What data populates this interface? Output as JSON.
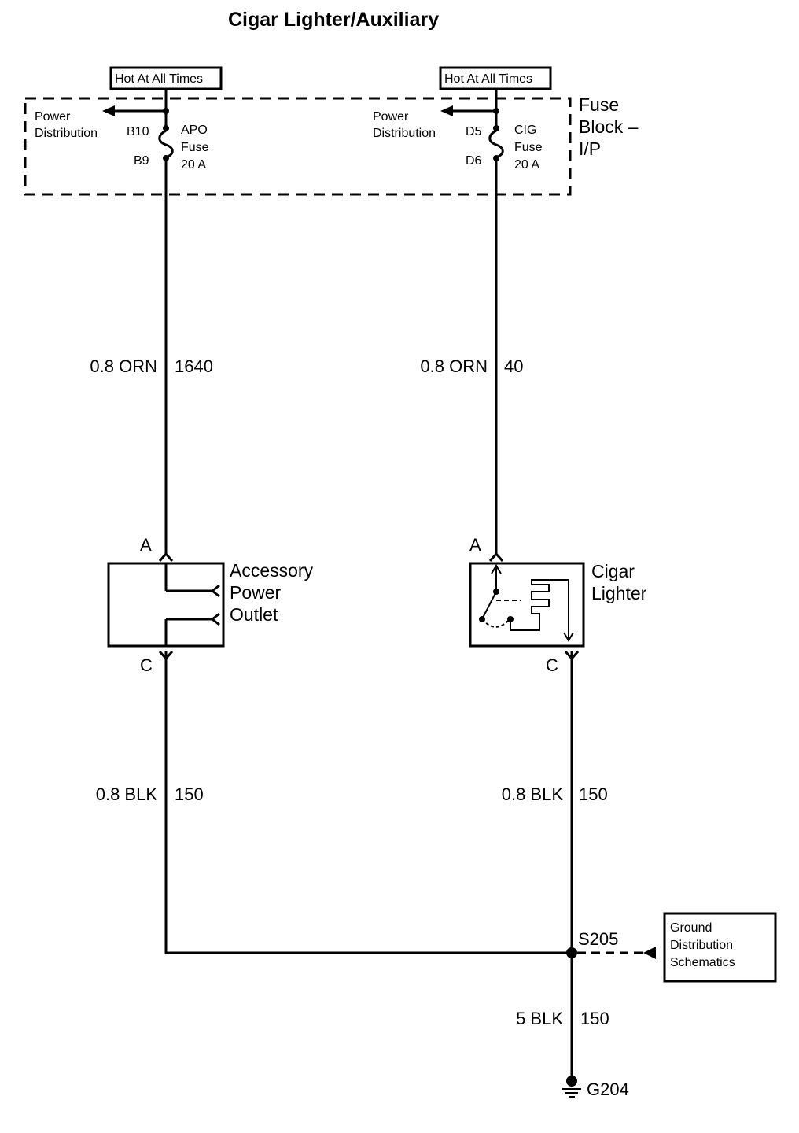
{
  "title": "Cigar Lighter/Auxiliary",
  "hot_label_left": "Hot At All Times",
  "hot_label_right": "Hot At All Times",
  "fuse_block": {
    "name_line1": "Fuse",
    "name_line2": "Block –",
    "name_line3": "I/P"
  },
  "left_fuse": {
    "power_dist_line1": "Power",
    "power_dist_line2": "Distribution",
    "terminal_top": "B10",
    "terminal_bottom": "B9",
    "name_line1": "APO",
    "name_line2": "Fuse",
    "rating": "20 A"
  },
  "right_fuse": {
    "power_dist_line1": "Power",
    "power_dist_line2": "Distribution",
    "terminal_top": "D5",
    "terminal_bottom": "D6",
    "name_line1": "CIG",
    "name_line2": "Fuse",
    "rating": "20 A"
  },
  "wires": {
    "left_upper_gauge": "0.8 ORN",
    "left_upper_circuit": "1640",
    "right_upper_gauge": "0.8 ORN",
    "right_upper_circuit": "40",
    "left_lower_gauge": "0.8 BLK",
    "left_lower_circuit": "150",
    "right_lower_gauge": "0.8 BLK",
    "right_lower_circuit": "150",
    "ground_gauge": "5 BLK",
    "ground_circuit": "150"
  },
  "outlet": {
    "pin_top": "A",
    "pin_bottom": "C",
    "name_line1": "Accessory",
    "name_line2": "Power",
    "name_line3": "Outlet"
  },
  "lighter": {
    "pin_top": "A",
    "pin_bottom": "C",
    "name_line1": "Cigar",
    "name_line2": "Lighter"
  },
  "splice": "S205",
  "ground_ref": {
    "line1": "Ground",
    "line2": "Distribution",
    "line3": "Schematics"
  },
  "ground": "G204"
}
